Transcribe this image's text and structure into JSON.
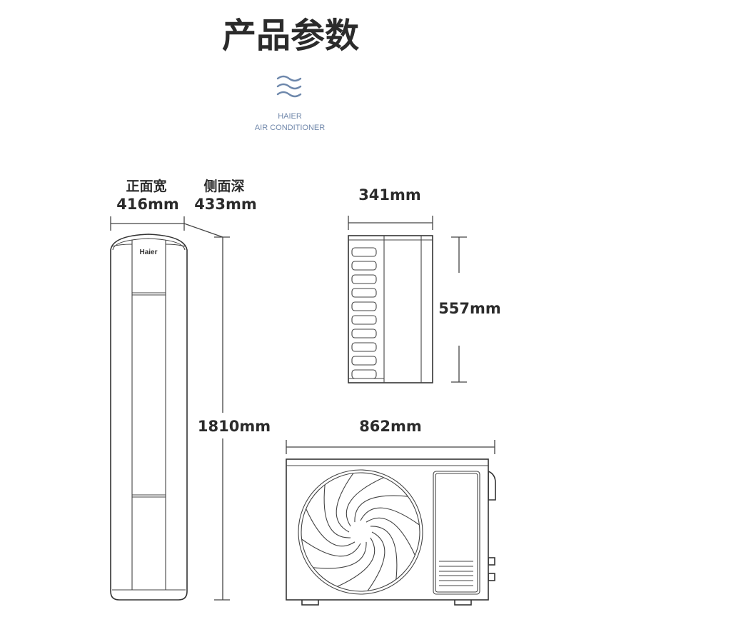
{
  "header": {
    "title": "产品参数",
    "brand_line1": "HAIER",
    "brand_line2": "AIR CONDITIONER",
    "brand_icon": "wave-icon",
    "accent_color": "#6d87ab"
  },
  "indoor_unit": {
    "logo": "Haier",
    "front_width_label": "正面宽",
    "front_width_value": "416mm",
    "side_depth_label": "侧面深",
    "side_depth_value": "433mm",
    "height_value": "1810mm"
  },
  "side_view": {
    "width_value": "341mm",
    "height_value": "557mm"
  },
  "outdoor_unit": {
    "width_value": "862mm"
  }
}
